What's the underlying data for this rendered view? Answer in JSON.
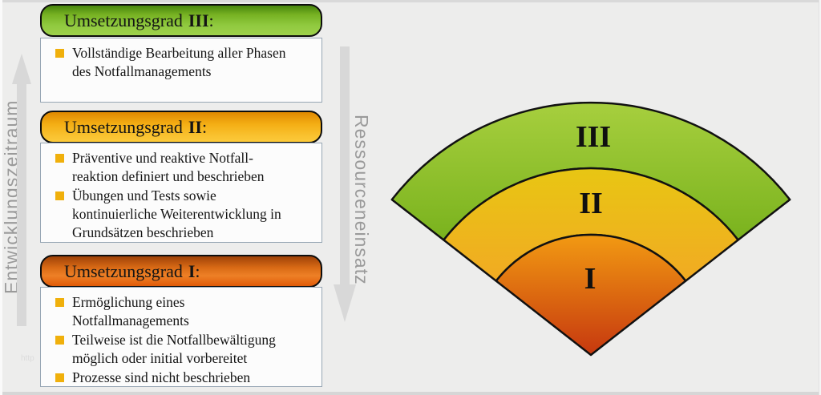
{
  "page": {
    "watermark": "http"
  },
  "axes": {
    "left_label": "Entwicklungszeitraum",
    "right_label": "Ressourceneinsatz",
    "arrow_color": "#d8d8d8"
  },
  "cards": [
    {
      "title_prefix": "Umsetzungsgrad",
      "numeral": "III",
      "suffix": ":",
      "accent": "#8fc93e",
      "bullets": [
        "Vollständige Bearbeitung aller Phasen\ndes Notfallmanagements"
      ]
    },
    {
      "title_prefix": "Umsetzungsgrad",
      "numeral": "II",
      "suffix": ":",
      "accent": "#f9c230",
      "bullets": [
        "Präventive und reaktive Notfall-\nreaktion definiert und beschrieben",
        "Übungen und Tests sowie\nkontinuierliche Weiterentwicklung in\nGrundsätzen beschrieben"
      ]
    },
    {
      "title_prefix": "Umsetzungsgrad",
      "numeral": "I",
      "suffix": ":",
      "accent": "#ee8026",
      "bullets": [
        "Ermöglichung eines\nNotfallmanagements",
        "Teilweise ist die Notfallbewältigung\nmöglich oder initial vorbereitet",
        "Prozesse sind nicht beschrieben"
      ]
    }
  ],
  "fan": {
    "labels": {
      "outer": "III",
      "middle": "II",
      "inner": "I"
    },
    "colors": {
      "green_top": "#a7cf3e",
      "green_bottom": "#76b01b",
      "yellow_top": "#e8c613",
      "yellow_bottom": "#f2a824",
      "orange_top": "#f29a12",
      "orange_bottom": "#c6380f",
      "outline": "#111111"
    }
  }
}
